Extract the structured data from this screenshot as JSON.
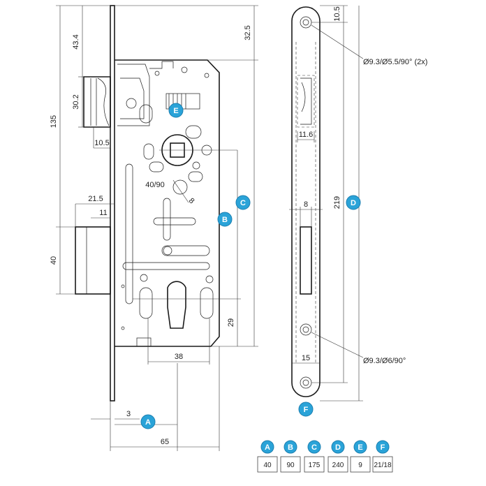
{
  "dimensions": {
    "d135": "135",
    "d43_4": "43.4",
    "d30_2": "30.2",
    "d10_5_left": "10.5",
    "d21_5": "21.5",
    "d11": "11",
    "d40": "40",
    "d40_90": "40/90",
    "d8_small": "8",
    "d38": "38",
    "d29": "29",
    "d3": "3",
    "d65": "65",
    "d32_5": "32.5",
    "d10_5_right": "10.5",
    "d11_6": "11.6",
    "d8_plate": "8",
    "d219": "219",
    "d15": "15",
    "hole_top_note": "Ø9.3/Ø5.5/90° (2x)",
    "hole_bottom_note": "Ø9.3/Ø6/90°"
  },
  "badges": {
    "A": "A",
    "B": "B",
    "C": "C",
    "D": "D",
    "E": "E",
    "F": "F"
  },
  "legend": {
    "labels": [
      "A",
      "B",
      "C",
      "D",
      "E",
      "F"
    ],
    "values": [
      "40",
      "90",
      "175",
      "240",
      "9",
      "21/18"
    ]
  },
  "colors": {
    "badge": "#2aa3d8",
    "badge_outline": "#1c7fb0",
    "line": "#1a1a1a"
  }
}
